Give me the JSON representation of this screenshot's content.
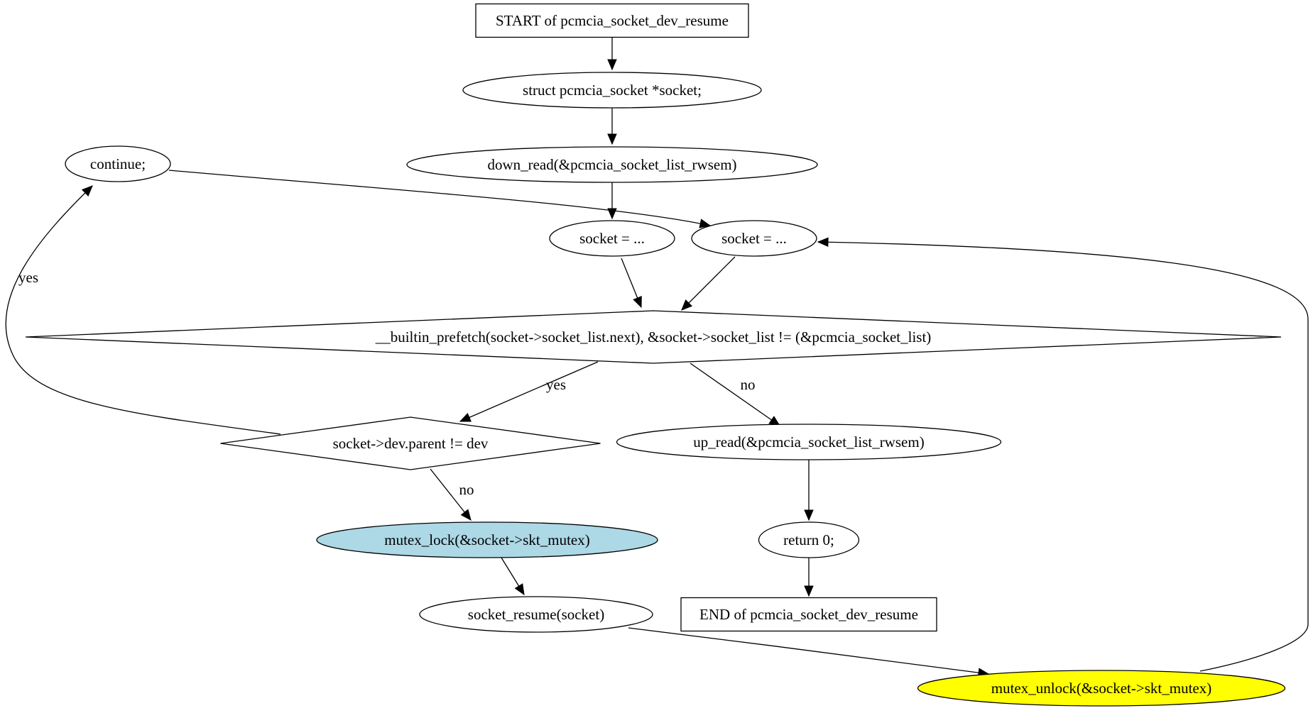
{
  "nodes": {
    "start": {
      "label": "START of pcmcia_socket_dev_resume",
      "shape": "box",
      "fill": "#ffffff"
    },
    "decl": {
      "label": "struct pcmcia_socket *socket;",
      "shape": "ellipse",
      "fill": "#ffffff"
    },
    "down_read": {
      "label": "down_read(&pcmcia_socket_list_rwsem)",
      "shape": "ellipse",
      "fill": "#ffffff"
    },
    "continue": {
      "label": "continue;",
      "shape": "ellipse",
      "fill": "#ffffff"
    },
    "socket_init": {
      "label": "socket = ...",
      "shape": "ellipse",
      "fill": "#ffffff"
    },
    "socket_next": {
      "label": "socket = ...",
      "shape": "ellipse",
      "fill": "#ffffff"
    },
    "loop_cond": {
      "label": "__builtin_prefetch(socket->socket_list.next), &socket->socket_list != (&pcmcia_socket_list)",
      "shape": "diamond",
      "fill": "#ffffff"
    },
    "parent_check": {
      "label": "socket->dev.parent != dev",
      "shape": "diamond",
      "fill": "#ffffff"
    },
    "up_read": {
      "label": "up_read(&pcmcia_socket_list_rwsem)",
      "shape": "ellipse",
      "fill": "#ffffff"
    },
    "mutex_lock": {
      "label": "mutex_lock(&socket->skt_mutex)",
      "shape": "ellipse",
      "fill": "#add8e6"
    },
    "return0": {
      "label": "return 0;",
      "shape": "ellipse",
      "fill": "#ffffff"
    },
    "socket_resume": {
      "label": "socket_resume(socket)",
      "shape": "ellipse",
      "fill": "#ffffff"
    },
    "end": {
      "label": "END of pcmcia_socket_dev_resume",
      "shape": "box",
      "fill": "#ffffff"
    },
    "mutex_unlock": {
      "label": "mutex_unlock(&socket->skt_mutex)",
      "shape": "ellipse",
      "fill": "#ffff00"
    }
  },
  "edges": [
    {
      "from": "start",
      "to": "decl",
      "label": ""
    },
    {
      "from": "decl",
      "to": "down_read",
      "label": ""
    },
    {
      "from": "down_read",
      "to": "socket_init",
      "label": ""
    },
    {
      "from": "continue",
      "to": "socket_next",
      "label": ""
    },
    {
      "from": "socket_init",
      "to": "loop_cond",
      "label": ""
    },
    {
      "from": "socket_next",
      "to": "loop_cond",
      "label": ""
    },
    {
      "from": "loop_cond",
      "to": "parent_check",
      "label": "yes"
    },
    {
      "from": "loop_cond",
      "to": "up_read",
      "label": "no"
    },
    {
      "from": "parent_check",
      "to": "continue",
      "label": "yes"
    },
    {
      "from": "parent_check",
      "to": "mutex_lock",
      "label": "no"
    },
    {
      "from": "up_read",
      "to": "return0",
      "label": ""
    },
    {
      "from": "return0",
      "to": "end",
      "label": ""
    },
    {
      "from": "mutex_lock",
      "to": "socket_resume",
      "label": ""
    },
    {
      "from": "socket_resume",
      "to": "mutex_unlock",
      "label": ""
    },
    {
      "from": "mutex_unlock",
      "to": "socket_next",
      "label": ""
    }
  ]
}
